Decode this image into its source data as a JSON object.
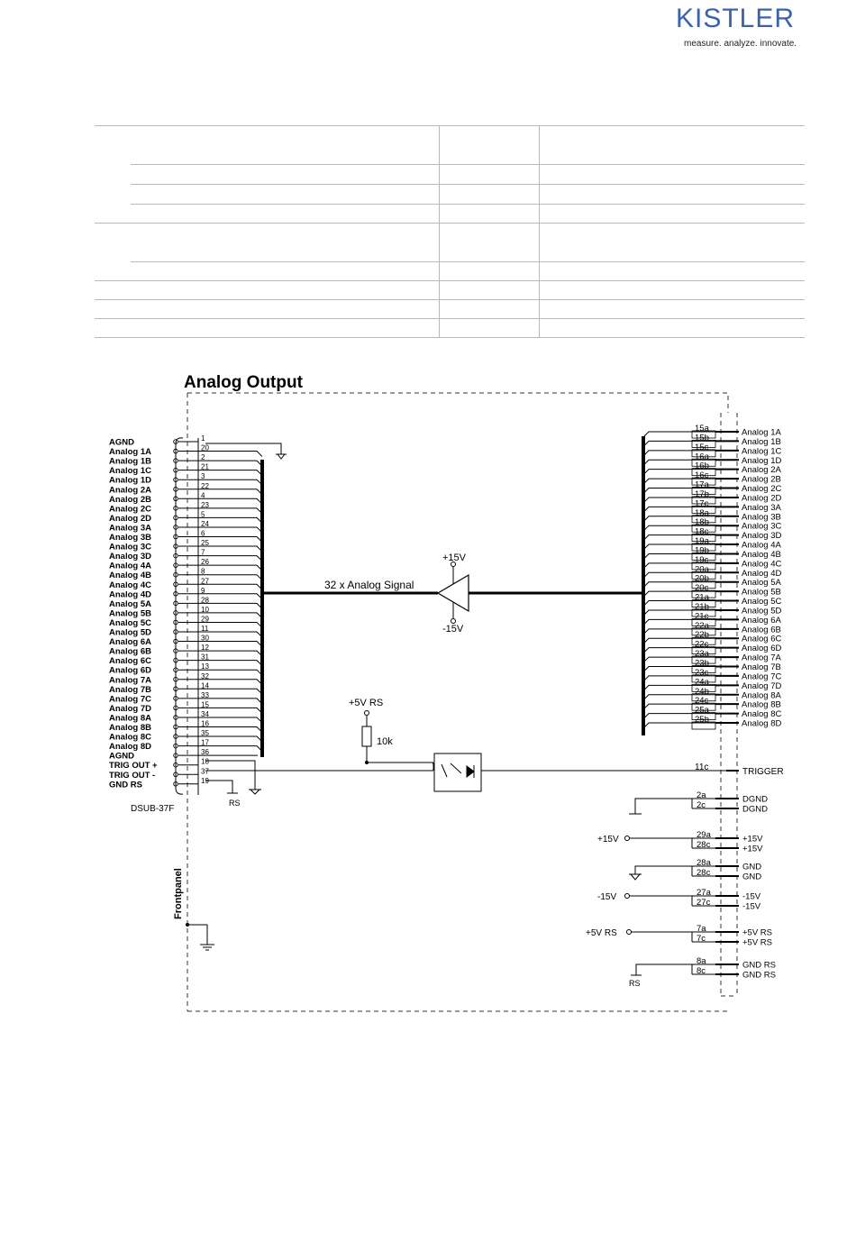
{
  "logo": {
    "word": "KISTLER",
    "tagline": "measure. analyze. innovate.",
    "color": "#3b62ad"
  },
  "diagram": {
    "title": "Analog Output",
    "connector_label": "DSUB-37F",
    "frontpanel_label": "Frontpanel",
    "left_pins": [
      {
        "name": "AGND",
        "pin": "1"
      },
      {
        "name": "Analog 1A",
        "pin": "20"
      },
      {
        "name": "Analog 1B",
        "pin": "2"
      },
      {
        "name": "Analog 1C",
        "pin": "21"
      },
      {
        "name": "Analog 1D",
        "pin": "3"
      },
      {
        "name": "Analog 2A",
        "pin": "22"
      },
      {
        "name": "Analog 2B",
        "pin": "4"
      },
      {
        "name": "Analog 2C",
        "pin": "23"
      },
      {
        "name": "Analog 2D",
        "pin": "5"
      },
      {
        "name": "Analog 3A",
        "pin": "24"
      },
      {
        "name": "Analog 3B",
        "pin": "6"
      },
      {
        "name": "Analog 3C",
        "pin": "25"
      },
      {
        "name": "Analog 3D",
        "pin": "7"
      },
      {
        "name": "Analog 4A",
        "pin": "26"
      },
      {
        "name": "Analog 4B",
        "pin": "8"
      },
      {
        "name": "Analog 4C",
        "pin": "27"
      },
      {
        "name": "Analog 4D",
        "pin": "9"
      },
      {
        "name": "Analog 5A",
        "pin": "28"
      },
      {
        "name": "Analog 5B",
        "pin": "10"
      },
      {
        "name": "Analog 5C",
        "pin": "29"
      },
      {
        "name": "Analog 5D",
        "pin": "11"
      },
      {
        "name": "Analog 6A",
        "pin": "30"
      },
      {
        "name": "Analog 6B",
        "pin": "12"
      },
      {
        "name": "Analog 6C",
        "pin": "31"
      },
      {
        "name": "Analog 6D",
        "pin": "13"
      },
      {
        "name": "Analog 7A",
        "pin": "32"
      },
      {
        "name": "Analog 7B",
        "pin": "14"
      },
      {
        "name": "Analog 7C",
        "pin": "33"
      },
      {
        "name": "Analog 7D",
        "pin": "15"
      },
      {
        "name": "Analog 8A",
        "pin": "34"
      },
      {
        "name": "Analog 8B",
        "pin": "16"
      },
      {
        "name": "Analog 8C",
        "pin": "35"
      },
      {
        "name": "Analog 8D",
        "pin": "17"
      },
      {
        "name": "AGND",
        "pin": "36"
      },
      {
        "name": "TRIG OUT +",
        "pin": "18"
      },
      {
        "name": "TRIG OUT -",
        "pin": "37"
      },
      {
        "name": "GND RS",
        "pin": "19"
      }
    ],
    "right_pins": [
      {
        "pin": "15a",
        "name": "Analog 1A"
      },
      {
        "pin": "15b",
        "name": "Analog 1B"
      },
      {
        "pin": "15c",
        "name": "Analog 1C"
      },
      {
        "pin": "16a",
        "name": "Analog 1D"
      },
      {
        "pin": "16b",
        "name": "Analog 2A"
      },
      {
        "pin": "16c",
        "name": "Analog 2B"
      },
      {
        "pin": "17a",
        "name": "Analog 2C"
      },
      {
        "pin": "17b",
        "name": "Analog 2D"
      },
      {
        "pin": "17c",
        "name": "Analog 3A"
      },
      {
        "pin": "18a",
        "name": "Analog 3B"
      },
      {
        "pin": "18b",
        "name": "Analog 3C"
      },
      {
        "pin": "18c",
        "name": "Analog 3D"
      },
      {
        "pin": "19a",
        "name": "Analog 4A"
      },
      {
        "pin": "19b",
        "name": "Analog 4B"
      },
      {
        "pin": "19c",
        "name": "Analog 4C"
      },
      {
        "pin": "20a",
        "name": "Analog 4D"
      },
      {
        "pin": "20b",
        "name": "Analog 5A"
      },
      {
        "pin": "20c",
        "name": "Analog 5B"
      },
      {
        "pin": "21a",
        "name": "Analog 5C"
      },
      {
        "pin": "21b",
        "name": "Analog 5D"
      },
      {
        "pin": "21c",
        "name": "Analog 6A"
      },
      {
        "pin": "22a",
        "name": "Analog 6B"
      },
      {
        "pin": "22b",
        "name": "Analog 6C"
      },
      {
        "pin": "22c",
        "name": "Analog 6D"
      },
      {
        "pin": "23a",
        "name": "Analog 7A"
      },
      {
        "pin": "23b",
        "name": "Analog 7B"
      },
      {
        "pin": "23c",
        "name": "Analog 7C"
      },
      {
        "pin": "24a",
        "name": "Analog 7D"
      },
      {
        "pin": "24b",
        "name": "Analog 8A"
      },
      {
        "pin": "24c",
        "name": "Analog 8B"
      },
      {
        "pin": "25a",
        "name": "Analog 8C"
      },
      {
        "pin": "25b",
        "name": "Analog 8D"
      }
    ],
    "signal_label": "32 x Analog Signal",
    "amp_supply_pos": "+15V",
    "amp_supply_neg": "-15V",
    "pullup_supply": "+5V RS",
    "resistor_value": "10k",
    "rs_label": "RS",
    "trigger": {
      "pin": "11c",
      "name": "TRIGGER"
    },
    "supply_groups": [
      {
        "source": "",
        "pins": [
          "2a",
          "2c"
        ],
        "names": [
          "DGND",
          "DGND"
        ],
        "ground": "left"
      },
      {
        "source": "+15V",
        "pins": [
          "29a",
          "28c"
        ],
        "names": [
          "+15V",
          "+15V"
        ],
        "ground": ""
      },
      {
        "source": "",
        "pins": [
          "28a",
          "28c"
        ],
        "names": [
          "GND",
          "GND"
        ],
        "ground": "down"
      },
      {
        "source": "-15V",
        "pins": [
          "27a",
          "27c"
        ],
        "names": [
          "-15V",
          "-15V"
        ],
        "ground": ""
      },
      {
        "source": "+5V RS",
        "pins": [
          "7a",
          "7c"
        ],
        "names": [
          "+5V RS",
          "+5V RS"
        ],
        "ground": ""
      },
      {
        "source": "RS",
        "pins": [
          "8a",
          "8c"
        ],
        "names": [
          "GND RS",
          "GND RS"
        ],
        "ground": "rs"
      }
    ]
  }
}
